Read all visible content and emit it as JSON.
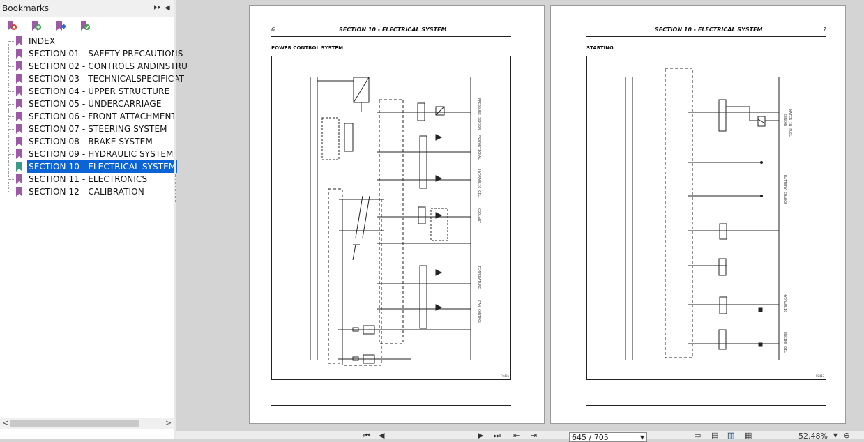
{
  "bookmarks_pane": {
    "title": "Bookmarks",
    "expand_glyph": "⏵⏵",
    "collapse_glyph": "◀",
    "toolbar_icons": [
      "delete-bookmark-icon",
      "new-bookmark-icon",
      "expand-bookmark-icon",
      "bookmark-options-icon"
    ],
    "items": [
      {
        "label": "INDEX",
        "selected": false
      },
      {
        "label": "SECTION 01 - SAFETY PRECAUTIONS",
        "selected": false
      },
      {
        "label": "SECTION 02 - CONTROLS ANDINSTRU",
        "selected": false
      },
      {
        "label": "SECTION 03 - TECHNICALSPECIFICAT",
        "selected": false
      },
      {
        "label": "SECTION 04 - UPPER STRUCTURE",
        "selected": false
      },
      {
        "label": "SECTION 05 - UNDERCARRIAGE",
        "selected": false
      },
      {
        "label": "SECTION 06 - FRONT ATTACHMENT",
        "selected": false
      },
      {
        "label": "SECTION 07 - STEERING SYSTEM",
        "selected": false
      },
      {
        "label": "SECTION 08 - BRAKE SYSTEM",
        "selected": false
      },
      {
        "label": "SECTION 09 - HYDRAULIC SYSTEM",
        "selected": false
      },
      {
        "label": "SECTION 10 - ELECTRICAL SYSTEM",
        "selected": true
      },
      {
        "label": "SECTION 11 - ELECTRONICS",
        "selected": false
      },
      {
        "label": "SECTION 12 - CALIBRATION",
        "selected": false
      }
    ],
    "scroll_left": "<",
    "scroll_right": ">"
  },
  "pages": {
    "left": {
      "number": "6",
      "header": "SECTION 10 - ELECTRICAL SYSTEM",
      "subtitle": "POWER CONTROL SYSTEM"
    },
    "right": {
      "number": "7",
      "header": "SECTION 10 - ELECTRICAL SYSTEM",
      "subtitle": "STARTING"
    }
  },
  "statusbar": {
    "first": "⏮",
    "prev": "◀",
    "page_display": "645 / 705",
    "next": "▶",
    "last": "⏭",
    "zoom": "52.48%",
    "zoom_out": "⊖"
  },
  "colors": {
    "selection": "#0a64d6",
    "bookmark_icon": "#9b59a6",
    "bookmark_icon_selected": "#3a9a8a"
  }
}
